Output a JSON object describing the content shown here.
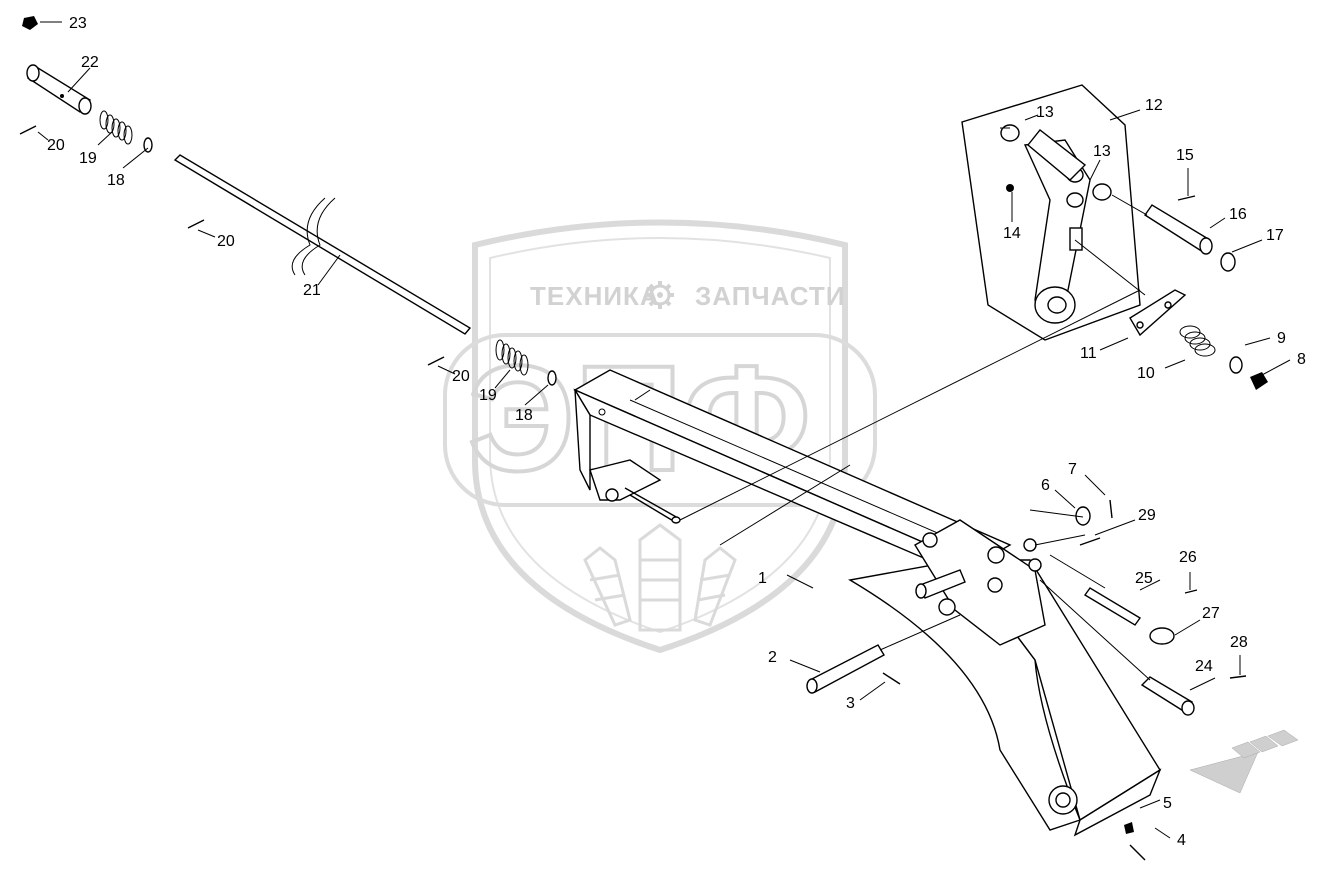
{
  "watermark": {
    "brand_text_left": "ТЕХНИКА",
    "brand_text_right": "ЗАПЧАСТИ",
    "monogram": "ЭПФ",
    "color": "#d4d4d4"
  },
  "callouts": {
    "c1": "1",
    "c2": "2",
    "c3": "3",
    "c4": "4",
    "c5": "5",
    "c6": "6",
    "c7": "7",
    "c8": "8",
    "c9": "9",
    "c10": "10",
    "c11": "11",
    "c12": "12",
    "c13a": "13",
    "c13b": "13",
    "c14": "14",
    "c15": "15",
    "c16": "16",
    "c17": "17",
    "c18a": "18",
    "c18b": "18",
    "c19a": "19",
    "c19b": "19",
    "c20a": "20",
    "c20b": "20",
    "c20c": "20",
    "c21": "21",
    "c22": "22",
    "c23": "23",
    "c24": "24",
    "c25": "25",
    "c26": "26",
    "c27": "27",
    "c28": "28",
    "c29": "29"
  },
  "icons": {
    "gear": "gear-icon",
    "direction_arrow": "direction-arrow-icon"
  }
}
